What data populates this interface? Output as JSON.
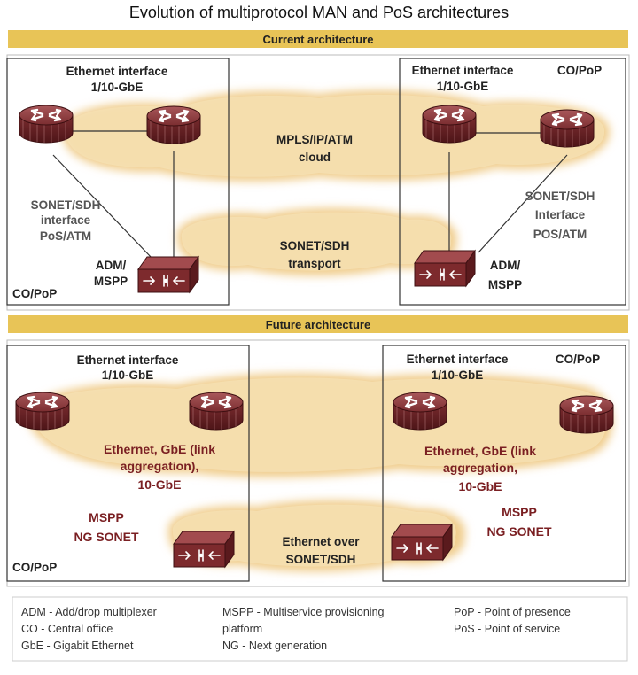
{
  "title": "Evolution of multiprotocol MAN and PoS architectures",
  "current": {
    "band": "Current architecture",
    "left_eth": [
      "Ethernet interface",
      "1/10-GbE"
    ],
    "right_eth": [
      "Ethernet interface",
      "1/10-GbE"
    ],
    "right_copop": "CO/PoP",
    "left_copop": "CO/PoP",
    "cloud_top": [
      "MPLS/IP/ATM",
      "cloud"
    ],
    "cloud_bottom": [
      "SONET/SDH",
      "transport"
    ],
    "left_sonet": [
      "SONET/SDH",
      "interface",
      "PoS/ATM"
    ],
    "right_sonet": [
      "SONET/SDH",
      "Interface",
      "POS/ATM"
    ],
    "left_adm": [
      "ADM/",
      "MSPP"
    ],
    "right_adm": [
      "ADM/",
      "MSPP"
    ]
  },
  "future": {
    "band": "Future architecture",
    "left_eth": [
      "Ethernet interface",
      "1/10-GbE"
    ],
    "right_eth": [
      "Ethernet interface",
      "1/10-GbE"
    ],
    "right_copop": "CO/PoP",
    "left_copop": "CO/PoP",
    "left_ethernet": [
      "Ethernet, GbE (link",
      "aggregation),",
      "10-GbE"
    ],
    "right_ethernet": [
      "Ethernet, GbE (link",
      "aggregation,",
      "10-GbE"
    ],
    "left_mspp": [
      "MSPP",
      "NG SONET"
    ],
    "right_mspp": [
      "MSPP",
      "NG SONET"
    ],
    "cloud_bottom": [
      "Ethernet over",
      "SONET/SDH"
    ]
  },
  "legend": [
    [
      "ADM - Add/drop multiplexer",
      "CO - Central office",
      "GbE - Gigabit Ethernet"
    ],
    [
      "MSPP - Multiservice provisioning",
      "platform",
      "NG - Next generation"
    ],
    [
      "PoP - Point of presence",
      "PoS - Point of service"
    ]
  ],
  "colors": {
    "band": "#e8c457",
    "cloud": "#f3d8a2",
    "cloud_edge": "#eec27e",
    "router": "#8e3b3e",
    "router_dark": "#5e1f22",
    "accent_text": "#7a1f22"
  }
}
